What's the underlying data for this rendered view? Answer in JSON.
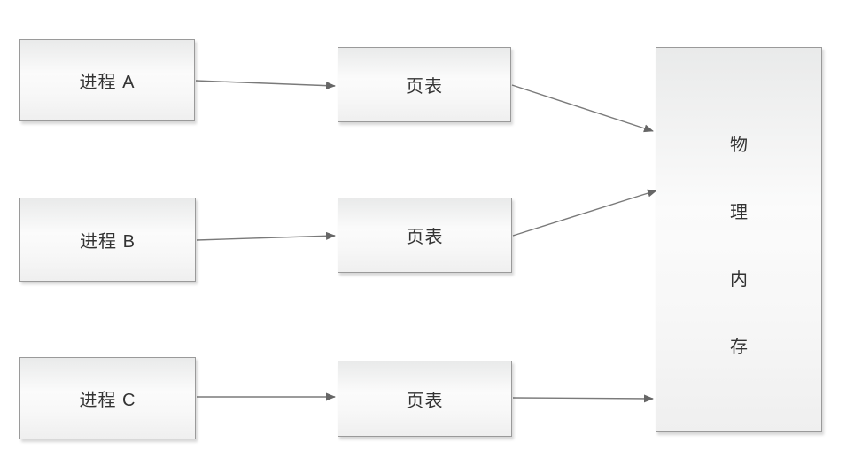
{
  "diagram": {
    "title": "paging-memory-mapping-diagram",
    "colors": {
      "node_border": "#9a9a9a",
      "node_fill_top": "#e9eaea",
      "node_fill_bottom": "#efefef",
      "arrow": "#7a7a7a",
      "arrowhead": "#666666",
      "text": "#333333",
      "background": "#ffffff"
    },
    "nodes": {
      "process_a": {
        "label": "进程 A"
      },
      "process_b": {
        "label": "进程 B"
      },
      "process_c": {
        "label": "进程 C"
      },
      "page_table_1": {
        "label": "页表"
      },
      "page_table_2": {
        "label": "页表"
      },
      "page_table_3": {
        "label": "页表"
      },
      "physical_memory": {
        "label": "物理内存",
        "chars": [
          "物",
          "理",
          "内",
          "存"
        ]
      }
    },
    "connections": [
      {
        "from": "process_a",
        "to": "page_table_1"
      },
      {
        "from": "process_b",
        "to": "page_table_2"
      },
      {
        "from": "process_c",
        "to": "page_table_3"
      },
      {
        "from": "page_table_1",
        "to": "physical_memory"
      },
      {
        "from": "page_table_2",
        "to": "physical_memory"
      },
      {
        "from": "page_table_3",
        "to": "physical_memory"
      }
    ]
  }
}
